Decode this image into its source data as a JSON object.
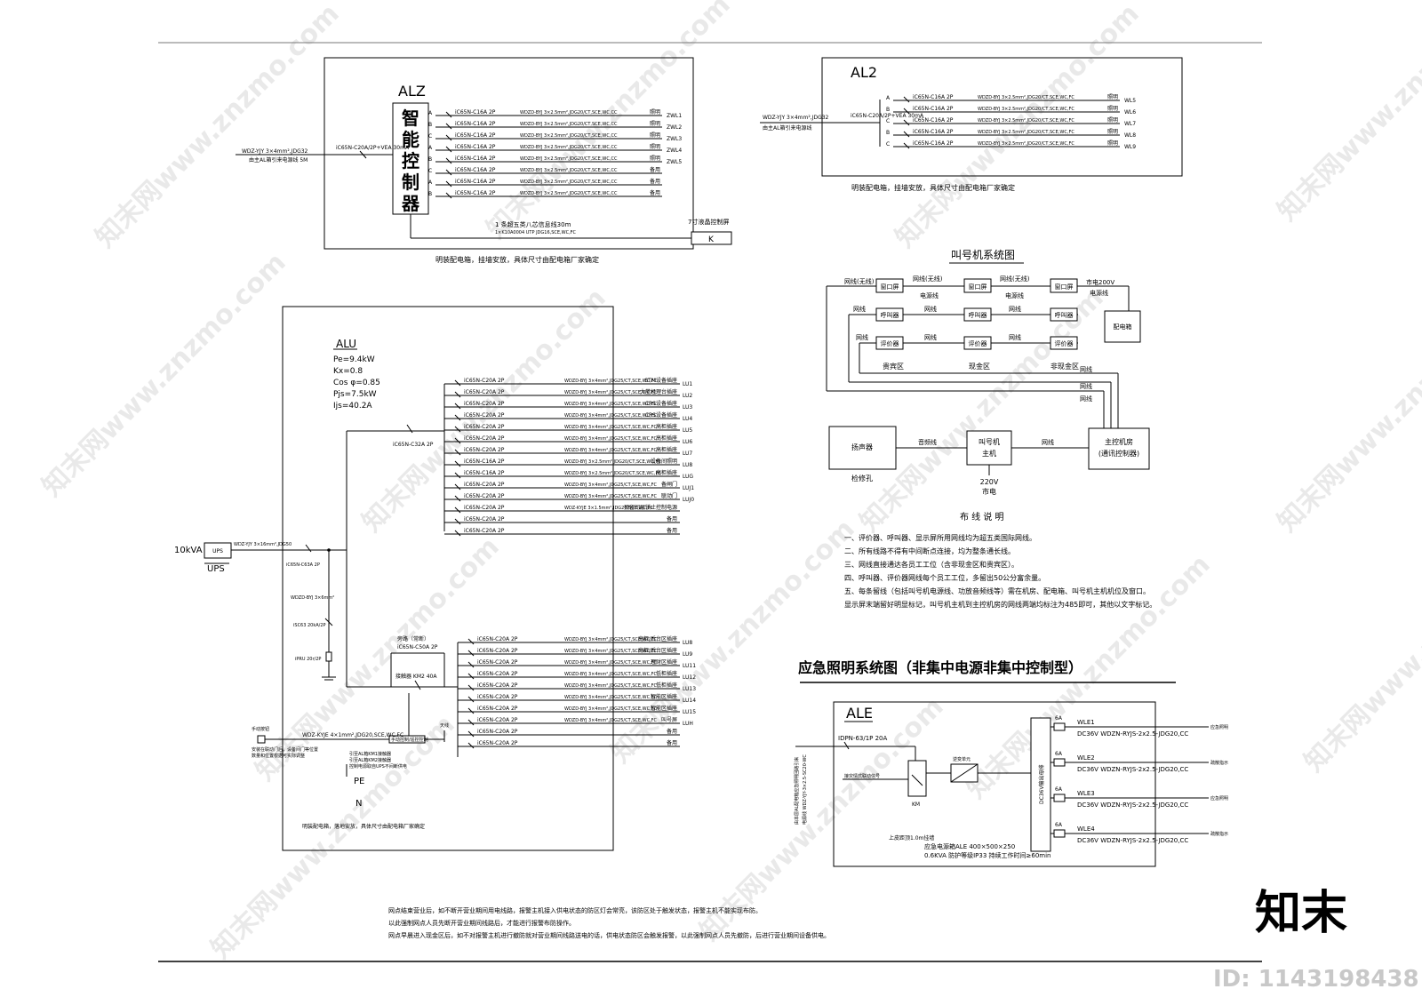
{
  "alz": {
    "title": "ALZ",
    "controller": [
      "智",
      "能",
      "控",
      "制",
      "器"
    ],
    "feeder": "WDZ-YJY 3×4mm²,JDG32",
    "feeder_from": "由主AL箱引来电源线 5M",
    "main_breaker": "iC65N-C20A/2P+VEA 30mA",
    "circuits": [
      {
        "phase": "A",
        "breaker": "iC65N-C16A 2P",
        "cable": "WDZD-BYJ 3×2.5mm²,JDG20/CT,SCE,WC,CC",
        "use": "照明",
        "id": "ZWL1"
      },
      {
        "phase": "B",
        "breaker": "iC65N-C16A 2P",
        "cable": "WDZD-BYJ 3×2.5mm²,JDG20/CT,SCE,WC,CC",
        "use": "照明",
        "id": "ZWL2"
      },
      {
        "phase": "C",
        "breaker": "iC65N-C16A 2P",
        "cable": "WDZD-BYJ 3×2.5mm²,JDG20/CT,SCE,WC,CC",
        "use": "照明",
        "id": "ZWL3"
      },
      {
        "phase": "A",
        "breaker": "iC65N-C16A 2P",
        "cable": "WDZD-BYJ 3×2.5mm²,JDG20/CT,SCE,WC,CC",
        "use": "照明",
        "id": "ZWL4"
      },
      {
        "phase": "B",
        "breaker": "iC65N-C16A 2P",
        "cable": "WDZD-BYJ 3×2.5mm²,JDG20/CT,SCE,WC,CC",
        "use": "照明",
        "id": "ZWL5"
      },
      {
        "phase": "C",
        "breaker": "iC65N-C16A 2P",
        "cable": "WDZD-BYJ 3×2.5mm²,JDG20/CT,SCE,WC,CC",
        "use": "备用",
        "id": ""
      },
      {
        "phase": "A",
        "breaker": "iC65N-C16A 2P",
        "cable": "WDZD-BYJ 3×2.5mm²,JDG20/CT,SCE,WC,CC",
        "use": "备用",
        "id": ""
      },
      {
        "phase": "B",
        "breaker": "iC65N-C16A 2P",
        "cable": "WDZD-BYJ 3×2.5mm²,JDG20/CT,SCE,WC,CC",
        "use": "备用",
        "id": ""
      }
    ],
    "signal_line": "1 条超五类八芯信息线30m",
    "signal_spec": "1×K10A0004 UTP JDG16,SCE,WC,FC",
    "screen_label": "7寸液晶控制屏",
    "screen_box": "K",
    "note": "明装配电箱，挂墙安放，具体尺寸由配电箱厂家确定"
  },
  "al2": {
    "title": "AL2",
    "feeder": "WDZ-YJY 3×4mm²,JDG32",
    "feeder_from": "由主AL箱引来电源线",
    "main_breaker": "iC65N-C20A/2P+VEA 30mA",
    "circuits": [
      {
        "phase": "A",
        "breaker": "iC65N-C16A 2P",
        "cable": "WDZD-BYJ 3×2.5mm²,JDG20/CT,SCE,WC,FC",
        "use": "照明",
        "id": "WL5"
      },
      {
        "phase": "B",
        "breaker": "iC65N-C16A 2P",
        "cable": "WDZD-BYJ 3×2.5mm²,JDG20/CT,SCE,WC,FC",
        "use": "照明",
        "id": "WL6"
      },
      {
        "phase": "C",
        "breaker": "iC65N-C16A 2P",
        "cable": "WDZD-BYJ 3×2.5mm²,JDG20/CT,SCE,WC,FC",
        "use": "照明",
        "id": "WL7"
      },
      {
        "phase": "B",
        "breaker": "iC65N-C16A 2P",
        "cable": "WDZD-BYJ 3×2.5mm²,JDG20/CT,SCE,WC,FC",
        "use": "照明",
        "id": "WL8"
      },
      {
        "phase": "C",
        "breaker": "iC65N-C16A 2P",
        "cable": "WDZD-BYJ 3×2.5mm²,JDG20/CT,SCE,WC,FC",
        "use": "照明",
        "id": "WL9"
      }
    ],
    "note": "明装配电箱，挂墙安放，具体尺寸由配电箱厂家确定"
  },
  "alu": {
    "title": "ALU",
    "params": [
      "Pe=9.4kW",
      "Kx=0.8",
      "Cos φ=0.85",
      "Pjs=7.5kW",
      "Ijs=40.2A"
    ],
    "ups_rating": "10kVA",
    "ups_box": "UPS",
    "ups_label": "UPS",
    "ups_cable": "WDZ-YJY 3×16mm²,JDG50",
    "ups_breaker": "iC65N-C63A 2P",
    "spd_cable": "WDZD-BYJ 3×6mm²",
    "spd_breaker": "iSC63 20kA/2P",
    "spd": "iPRU 20r/2P",
    "upper_main": "iC65N-C32A 2P",
    "upper": [
      {
        "breaker": "iC65N-C20A 2P",
        "cable": "WDZD-BYJ 3×4mm²,JDG25/CT,SCE,WC,FC",
        "use": "STM设备插座",
        "id": "LU1"
      },
      {
        "breaker": "iC65N-C20A 2P",
        "cable": "WDZD-BYJ 3×4mm²,JDG25/CT,SCE,WC,FC",
        "use": "大堂经理台插座",
        "id": "LU2"
      },
      {
        "breaker": "iC65N-C20A 2P",
        "cable": "WDZD-BYJ 3×4mm²,JDG25/CT,SCE,WC,FC",
        "use": "CRS设备插座",
        "id": "LU3"
      },
      {
        "breaker": "iC65N-C20A 2P",
        "cable": "WDZD-BYJ 3×4mm²,JDG25/CT,SCE,WC,FC",
        "use": "CRS设备插座",
        "id": "LU4"
      },
      {
        "breaker": "iC65N-C20A 2P",
        "cable": "WDZD-BYJ 3×4mm²,JDG25/CT,SCE,WC,FC",
        "use": "高柜插座",
        "id": "LU5"
      },
      {
        "breaker": "iC65N-C20A 2P",
        "cable": "WDZD-BYJ 3×4mm²,JDG25/CT,SCE,WC,FC",
        "use": "高柜插座",
        "id": "LU6"
      },
      {
        "breaker": "iC65N-C20A 2P",
        "cable": "WDZD-BYJ 3×4mm²,JDG25/CT,SCE,WC,FC",
        "use": "高柜插座",
        "id": "LU7"
      },
      {
        "breaker": "iC65N-C16A 2P",
        "cable": "WDZD-BYJ 3×2.5mm²,JDG20/CT,SCE,WC,FC",
        "use": "设备间照明",
        "id": "LU8"
      },
      {
        "breaker": "iC65N-C16A 2P",
        "cable": "WDZD-BYJ 3×2.5mm²,JDG20/CT,SCE,WC,FC",
        "use": "高柜插座",
        "id": "LUG"
      },
      {
        "breaker": "iC65N-C20A 2P",
        "cable": "WDZD-BYJ 3×4mm²,JDG25/CT,SCE,WC,FC",
        "use": "备闸门",
        "id": "LUJ1"
      },
      {
        "breaker": "iC65N-C20A 2P",
        "cable": "WDZD-BYJ 3×4mm²,JDG25/CT,SCE,WC,FC",
        "use": "联动门",
        "id": "LUJ0"
      },
      {
        "breaker": "iC65N-C20A 2P",
        "cable": "WDZ-KYJE 3×1.5mm²,JDG20,SCE,WC,FC",
        "use": "预留间层锁止控制电源",
        "id": ""
      },
      {
        "breaker": "iC65N-C20A 2P",
        "cable": "",
        "use": "备用",
        "id": ""
      },
      {
        "breaker": "iC65N-C20A 2P",
        "cable": "",
        "use": "备用",
        "id": ""
      }
    ],
    "bypass": "旁路（常断）",
    "bypass_breaker": "iC65N-C50A 2P",
    "contactor": "接触器 KM2 40A",
    "antenna": "天线",
    "lower": [
      {
        "breaker": "iC65N-C20A 2P",
        "cable": "WDZD-BYJ 3×4mm²,JDG25/CT,SCE,WC,FC",
        "use": "高柜/后台区插座",
        "id": "LU8"
      },
      {
        "breaker": "iC65N-C20A 2P",
        "cable": "WDZD-BYJ 3×4mm²,JDG25/CT,SCE,WC,FC",
        "use": "高柜/后台区插座",
        "id": "LU9"
      },
      {
        "breaker": "iC65N-C20A 2P",
        "cable": "WDZD-BYJ 3×4mm²,JDG25/CT,SCE,WC,FC",
        "use": "理财区插座",
        "id": "LU11"
      },
      {
        "breaker": "iC65N-C20A 2P",
        "cable": "WDZD-BYJ 3×4mm²,JDG25/CT,SCE,WC,FC",
        "use": "低柜插座",
        "id": "LU12"
      },
      {
        "breaker": "iC65N-C20A 2P",
        "cable": "WDZD-BYJ 3×4mm²,JDG25/CT,SCE,WC,FC",
        "use": "低柜插座",
        "id": "LU13"
      },
      {
        "breaker": "iC65N-C20A 2P",
        "cable": "WDZD-BYJ 3×4mm²,JDG25/CT,SCE,WC,FC",
        "use": "智能区插座",
        "id": "LU14"
      },
      {
        "breaker": "iC65N-C20A 2P",
        "cable": "WDZD-BYJ 3×4mm²,JDG25/CT,SCE,WC,FC",
        "use": "智能区插座",
        "id": "LU15"
      },
      {
        "breaker": "iC65N-C20A 2P",
        "cable": "WDZD-BYJ 3×4mm²,JDG25/CT,SCE,WC,FC",
        "use": "叫号屏",
        "id": "LUH"
      },
      {
        "breaker": "iC65N-C20A 2P",
        "cable": "",
        "use": "备用",
        "id": ""
      },
      {
        "breaker": "iC65N-C20A 2P",
        "cable": "",
        "use": "备用",
        "id": ""
      }
    ],
    "ctrl_cable": "WDZ-KYJE 4×1mm²,JDG20,SCE,WC,FC",
    "manual_button": "手动按钮",
    "manual_note": [
      "安装在联动门后，设备间门等位置",
      "数量和位置根据可实际调整"
    ],
    "ctrl_module": "手动控制/遥控控制",
    "ctrl_notes": [
      "引至AL箱KM1接触器",
      "引至AL箱KM2接触器",
      "控制电源取自UPS不间断供电"
    ],
    "pe": "PE",
    "n": "N",
    "note": "明装配电箱，落地安放，具体尺寸由配电箱厂家确定"
  },
  "queue": {
    "title": "叫号机系统图",
    "line_wireless": "网线(无线)",
    "line": "网线",
    "power_line": "电源线",
    "mains": "市电200V",
    "mains2": "电源线",
    "window": "窗口屏",
    "caller": "呼叫器",
    "evaluator": "评价器",
    "dist_box": "配电箱",
    "zones": [
      "贵宾区",
      "现金区",
      "非现金区"
    ],
    "speaker": "扬声器",
    "audio": "音频线",
    "host": [
      "叫号机",
      "主机"
    ],
    "host_power": [
      "220V",
      "市电"
    ],
    "control_room": [
      "主控机房",
      "(通讯控制器)"
    ],
    "service_hole": "检修孔",
    "wiring_title": "布 线 说 明",
    "wiring_notes": [
      "一、评价器、呼叫器、显示屏所用网线均为超五类国际网线。",
      "二、所有线路不得有中间断点连接，均为整条通长线。",
      "三、网线直接通达各员工工位（含非现金区和贵宾区）。",
      "四、呼叫器、评价器网线每个员工工位，多留出50公分富余量。",
      "五、每条留线（包括叫号机电源线、功放音频线等）需在机房、配电箱、叫号机主机机位及窗口。",
      "显示屏末端留好明显标记，叫号机主机到主控机房的网线两端均标注为485即可，其他以文字标记。"
    ]
  },
  "ale": {
    "title": "应急照明系统图（非集中电源非集中控制型）",
    "box_title": "ALE",
    "breaker": "IDPN-63/1P 20A",
    "side_label_1": "由本层AL配电箱应急照明回路引来",
    "side_label_2": "电源线 WDZ-YJY-3×2.5-SC20-WC",
    "fire_signal": "接灾情式联动信号",
    "km": "KM",
    "converter": "逆变单元",
    "bus": "DC36V输出母排",
    "fuse": "6A",
    "circuits": [
      {
        "id": "WLE1",
        "cable": "DC36V WDZN-RYJS-2x2.5-JDG20,CC",
        "use": "应急照明"
      },
      {
        "id": "WLE2",
        "cable": "DC36V WDZN-RYJS-2x2.5-JDG20,CC",
        "use": "疏散指示"
      },
      {
        "id": "WLE3",
        "cable": "DC36V WDZN-RYJS-2x2.5-JDG20,CC",
        "use": "应急照明"
      },
      {
        "id": "WLE4",
        "cable": "DC36V WDZN-RYJS-2x2.5-JDG20,CC",
        "use": "疏散指示"
      }
    ],
    "mount": "上皮距顶1.0m挂墙",
    "spec1": "应急电源箱ALE 400×500×250",
    "spec2": "0.6KVA 防护等级IP33 持续工作时间≥60min"
  },
  "footer_notes": [
    "网点结束营业后，如不断开营业期间用电线路，报警主机接入供电状态的防区灯会常亮，该防区处于触发状态，报警主机不能实现布防。",
    "以此强制网点人员先断开营业期间线路后，才能进行报警布防操作。",
    "网点早晨进入现金区后，如不对报警主机进行撤防就对营业期间线路送电的话，供电状态防区会触发报警，以此强制网点人员先撤防，后进行营业期间设备供电。"
  ],
  "watermark": "知末网www.znzmo.com",
  "brand": "知末",
  "id_text": "ID: 1143198438"
}
